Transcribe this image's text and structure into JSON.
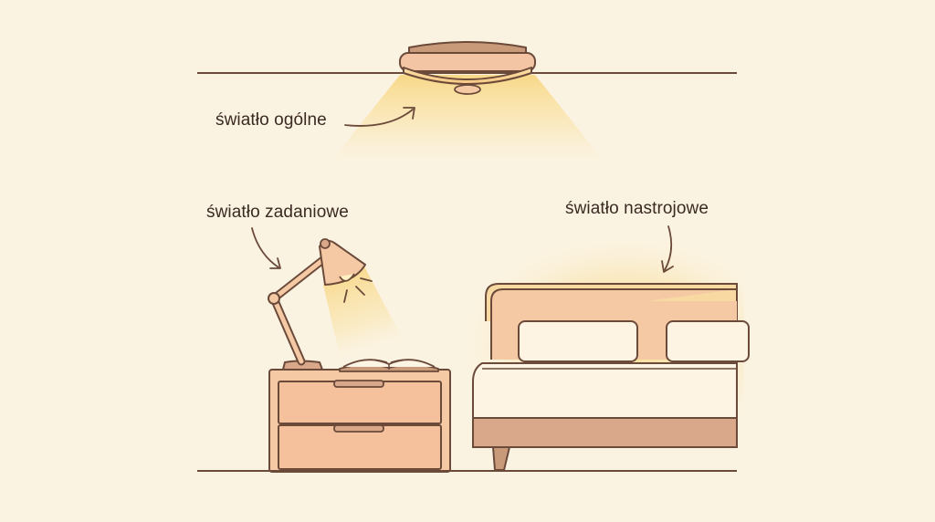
{
  "labels": {
    "general": "światło ogólne",
    "task": "światło zadaniowe",
    "mood": "światło nastrojowe"
  },
  "colors": {
    "background": "#fbf3e2",
    "outline": "#6b4a3a",
    "wood": "#d9a88a",
    "wood_light": "#f6c9a5",
    "glow": "#f8d77c",
    "bedding": "#fdf4e4",
    "label": "#3a2a22"
  },
  "icons": {
    "ceiling_lamp": "ceiling-lamp-icon",
    "desk_lamp": "desk-lamp-icon",
    "book": "open-book-icon",
    "nightstand": "nightstand-icon",
    "bed": "bed-icon",
    "arrows": "curved-arrow-icon"
  }
}
